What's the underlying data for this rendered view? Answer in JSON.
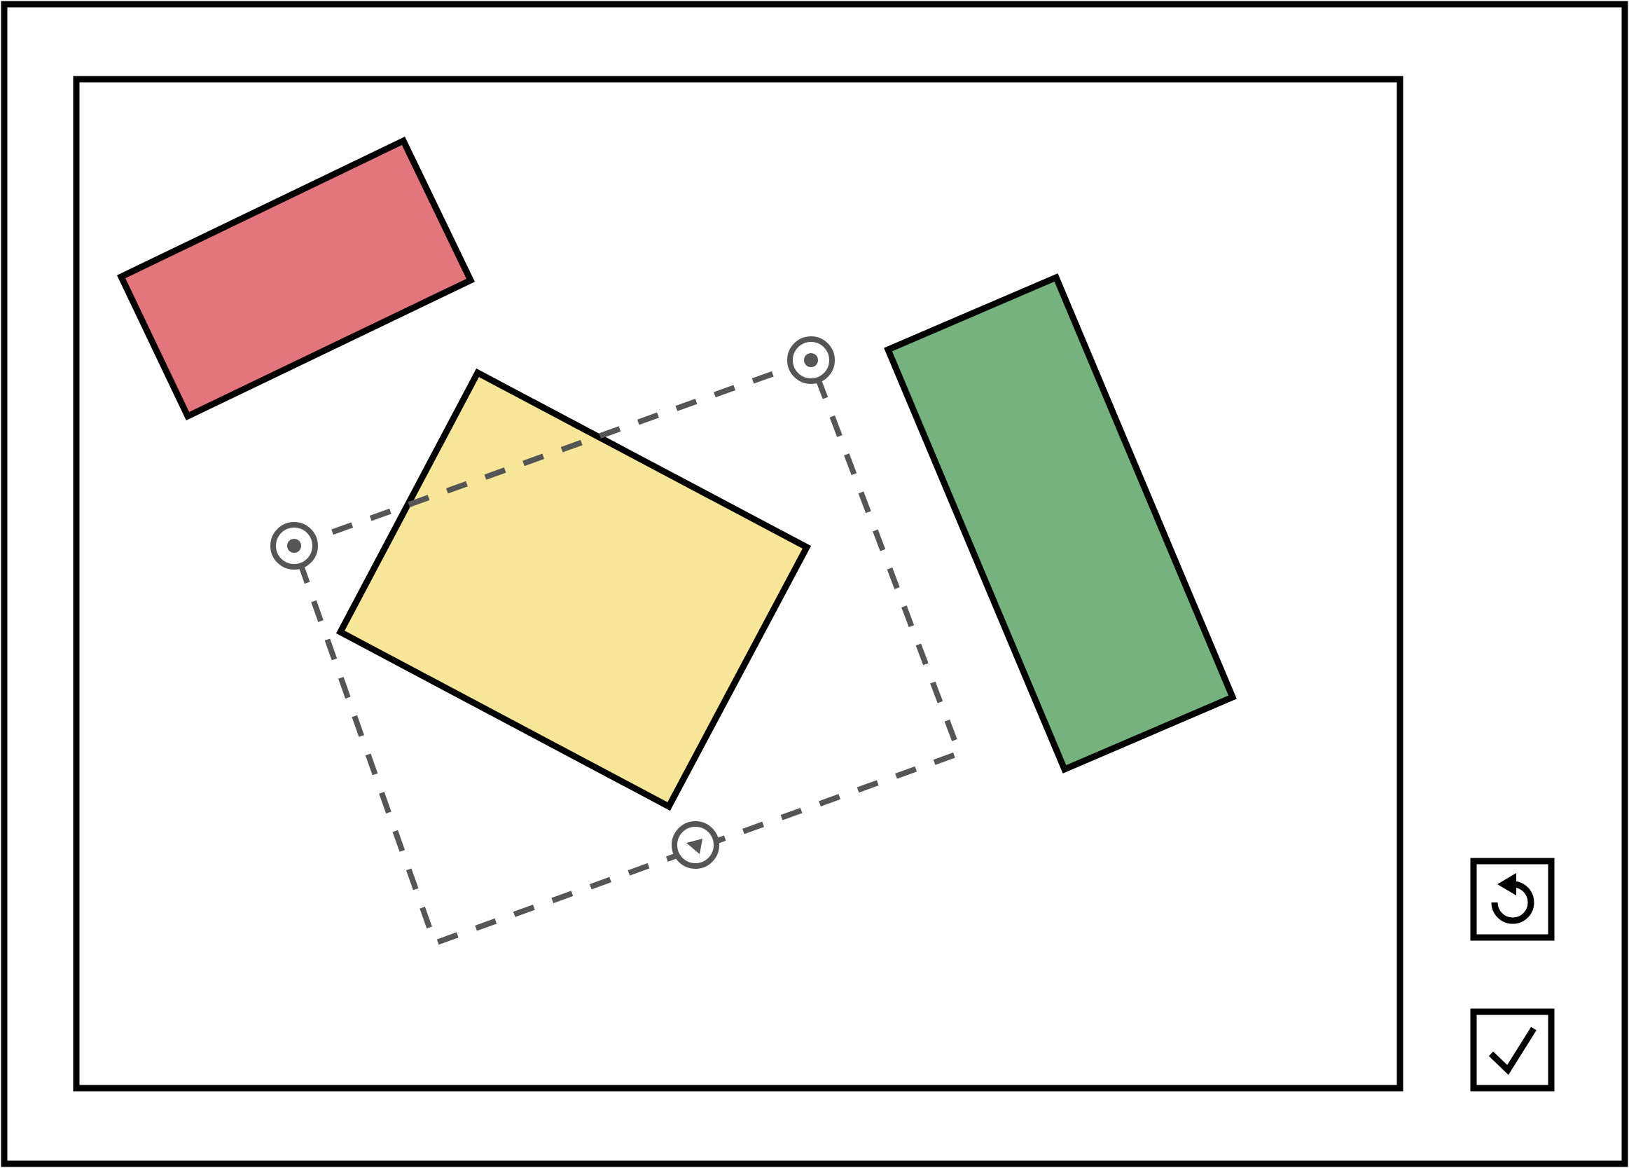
{
  "colors": {
    "frame_stroke": "#000000",
    "background": "#ffffff",
    "selection_stroke": "#555555",
    "shape_red": "#e3757c",
    "shape_yellow": "#f7e698",
    "shape_green": "#75b27d"
  },
  "canvas": {
    "shapes": [
      {
        "name": "red-rectangle",
        "color": "red"
      },
      {
        "name": "yellow-rectangle",
        "color": "yellow"
      },
      {
        "name": "green-rectangle",
        "color": "green"
      }
    ],
    "selection": {
      "style": "dashed",
      "handles": [
        "move-handle",
        "scale-handle",
        "rotate-handle"
      ]
    }
  },
  "toolbar": {
    "buttons": [
      {
        "name": "reset-button",
        "icon": "reset-icon"
      },
      {
        "name": "confirm-button",
        "icon": "checkmark-icon"
      }
    ]
  }
}
